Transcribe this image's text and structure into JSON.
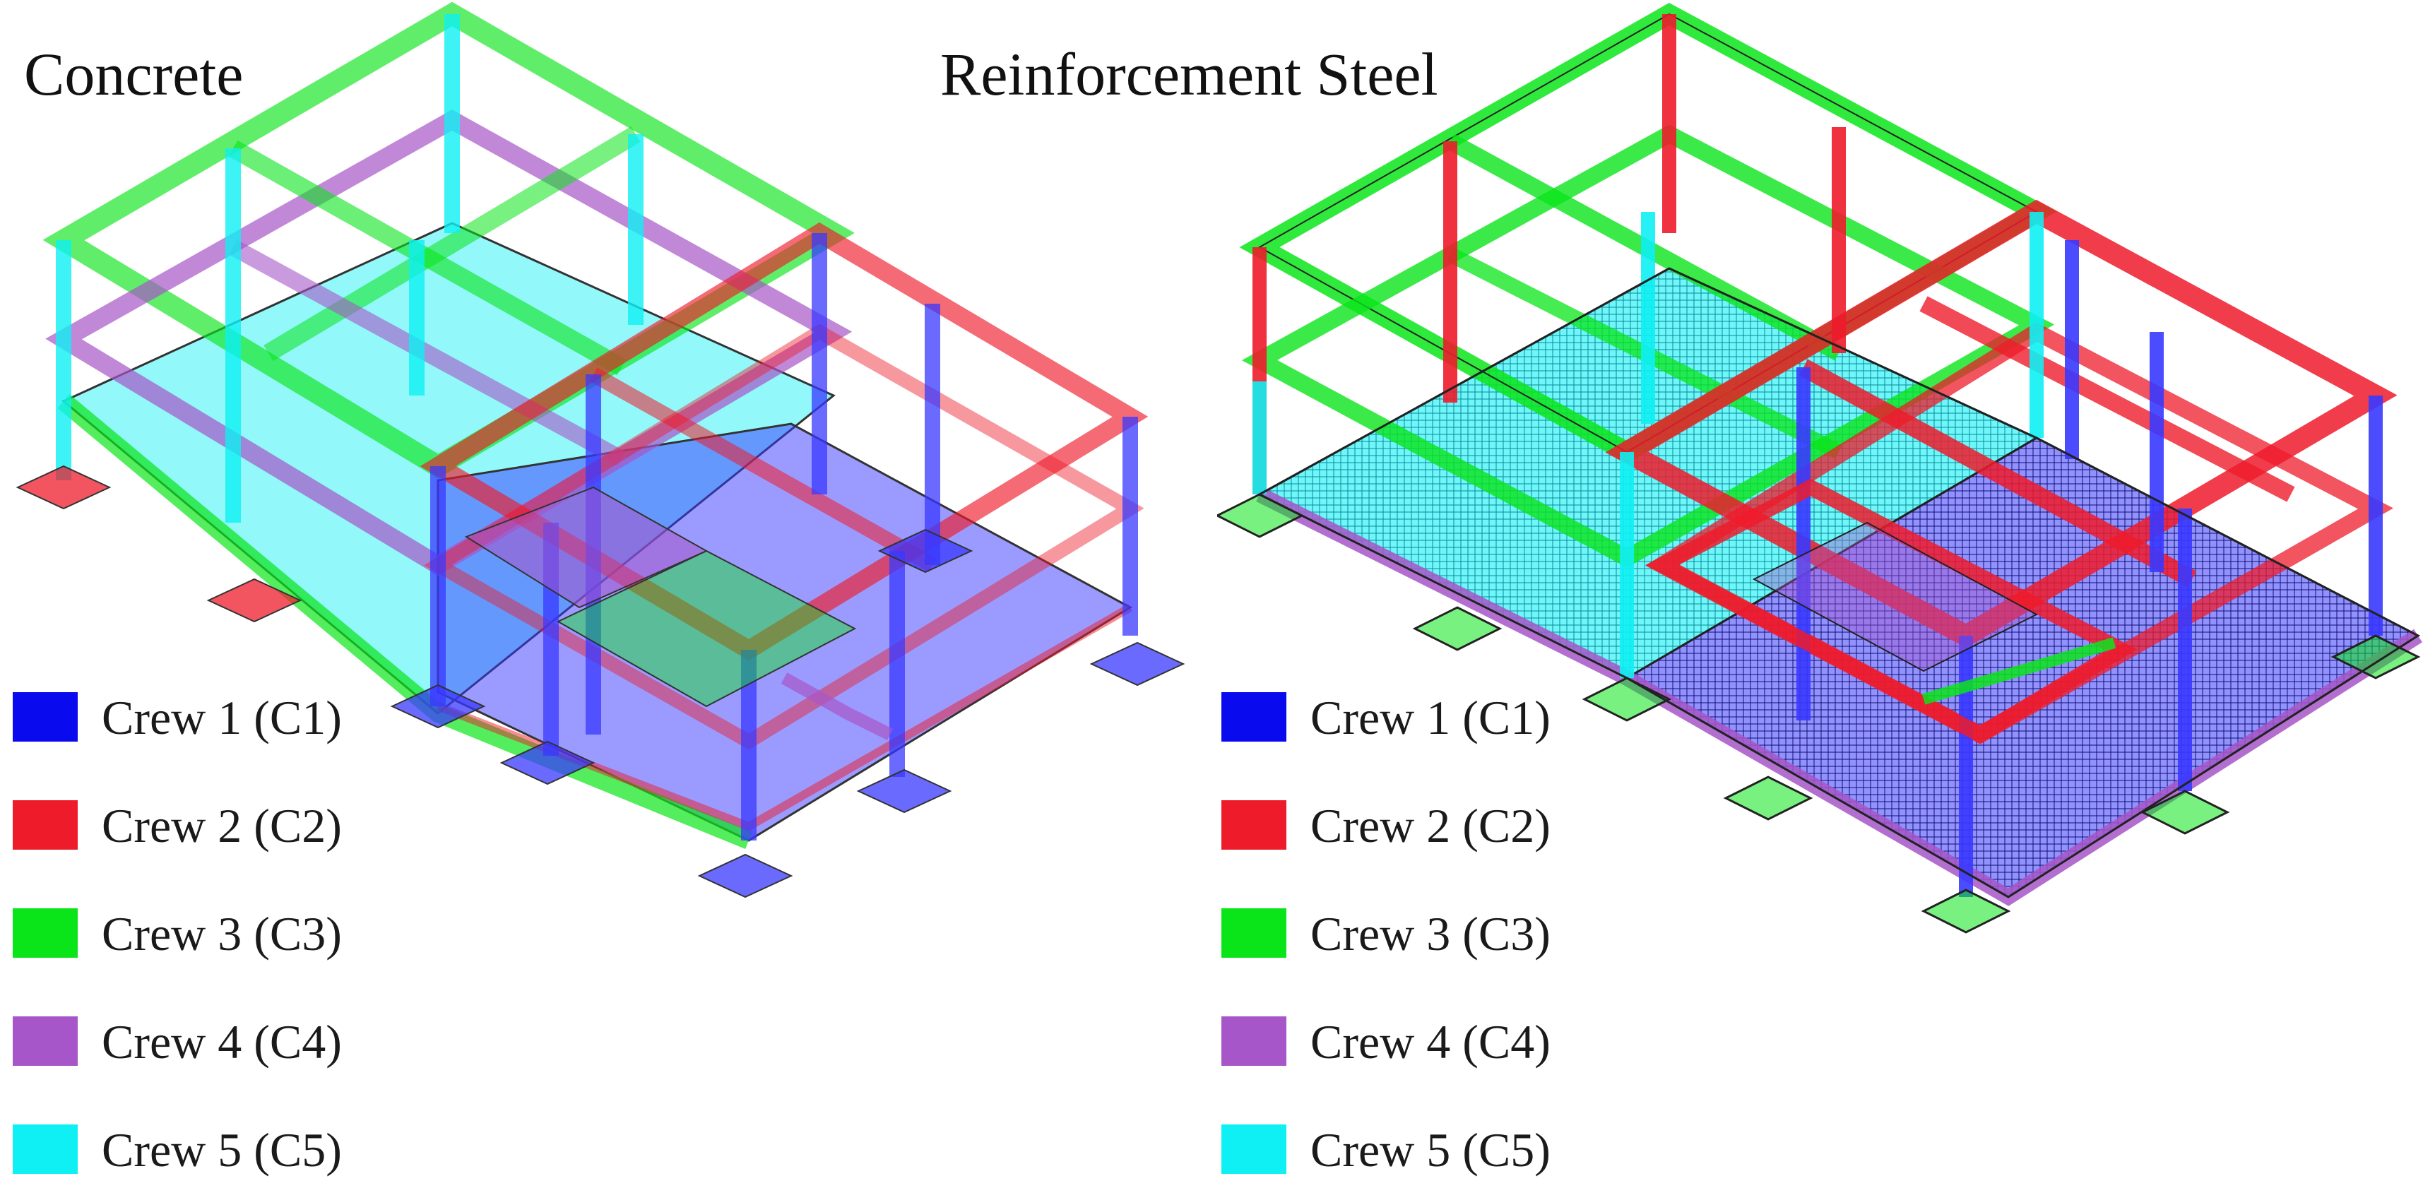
{
  "panels": [
    {
      "id": "concrete",
      "title": "Concrete"
    },
    {
      "id": "steel",
      "title": "Reinforcement Steel"
    }
  ],
  "legend": [
    {
      "label": "Crew 1 (C1)",
      "color": "#0a0aef"
    },
    {
      "label": "Crew 2 (C2)",
      "color": "#ee1b2b"
    },
    {
      "label": "Crew 3 (C3)",
      "color": "#0ae51a"
    },
    {
      "label": "Crew 4 (C4)",
      "color": "#a656c8"
    },
    {
      "label": "Crew 5 (C5)",
      "color": "#0ef0f3"
    }
  ],
  "colors": {
    "crew1": "#0a0aef",
    "crew2": "#ee1b2b",
    "crew3": "#0ae51a",
    "crew4": "#a656c8",
    "crew5": "#0ef0f3",
    "edge": "#1a1a1a"
  }
}
